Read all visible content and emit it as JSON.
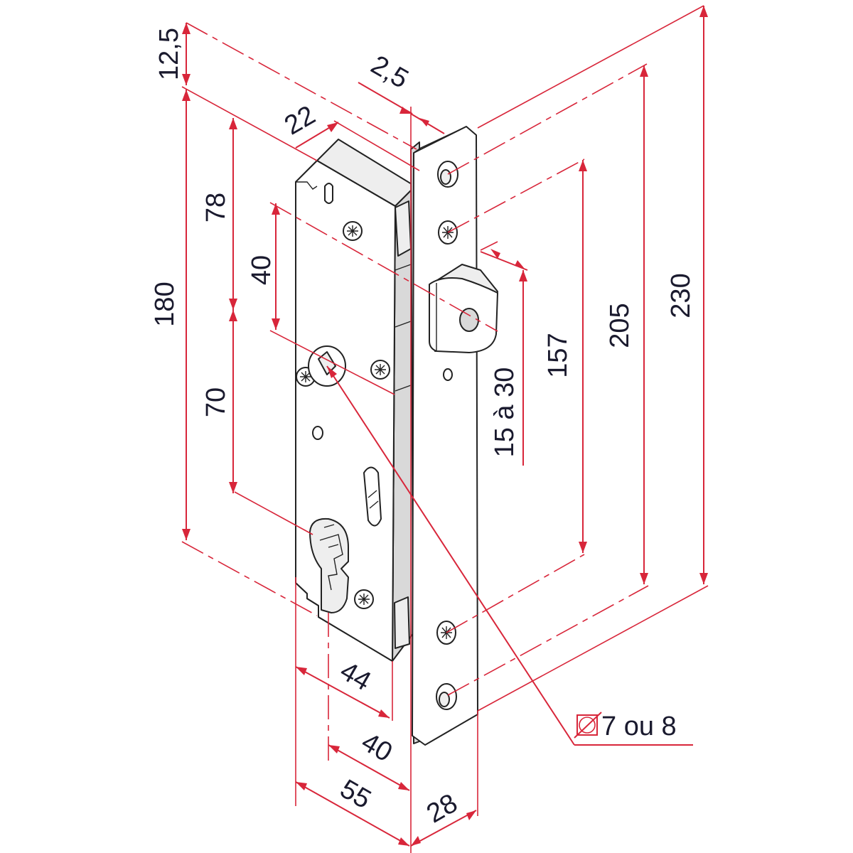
{
  "dimensions": {
    "d12_5": "12,5",
    "d2_5": "2,5",
    "d22": "22",
    "d78": "78",
    "d180": "180",
    "d40_vertical": "40",
    "d70": "70",
    "d157": "157",
    "d205": "205",
    "d230": "230",
    "d15a30": "15 à 30",
    "d44": "44",
    "d40_horizontal": "40",
    "d55": "55",
    "d28": "28",
    "hole": "7 ou 8"
  },
  "colors": {
    "dimension_lines": "#d8263a",
    "part_outline": "#222222",
    "labels": "#1a1a2e"
  }
}
